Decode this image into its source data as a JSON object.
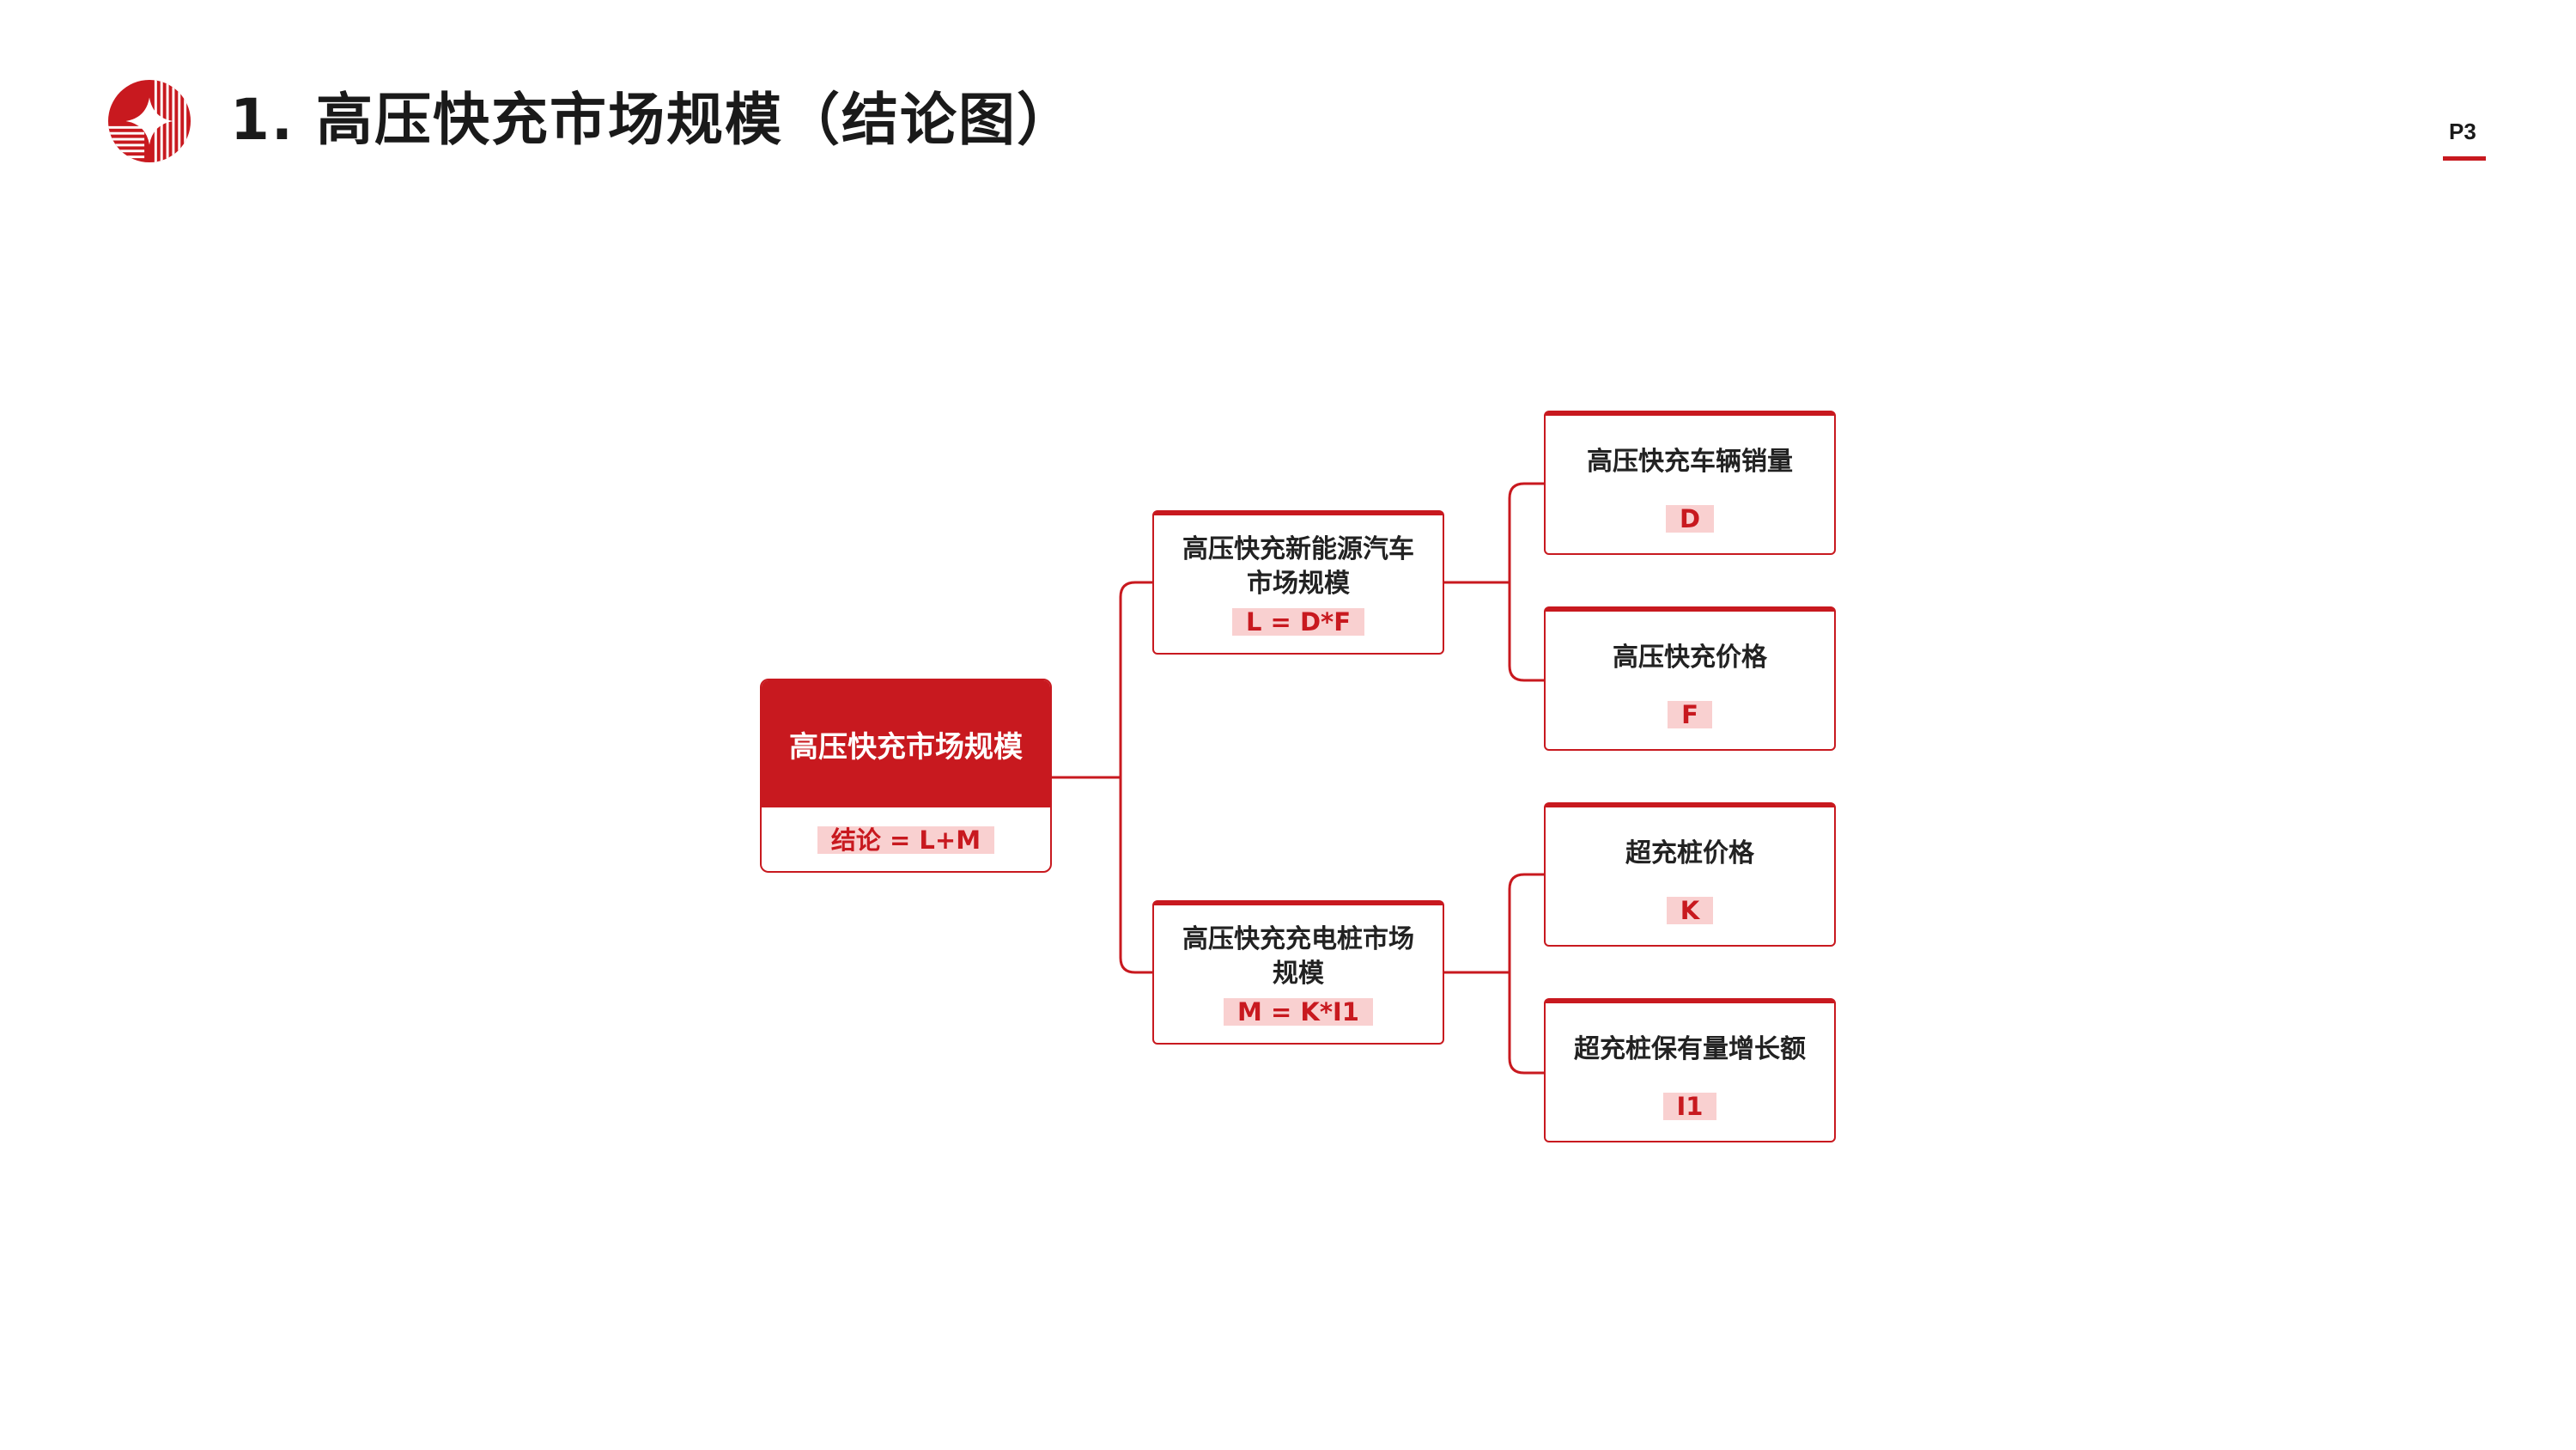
{
  "header": {
    "title": "1. 高压快充市场规模（结论图）",
    "page_number": "P3"
  },
  "diagram": {
    "root": {
      "title": "高压快充市场规模",
      "formula": "结论 = L+M"
    },
    "branches": [
      {
        "title": "高压快充新能源汽车市场规模",
        "formula": "L = D*F",
        "children": [
          {
            "title": "高压快充车辆销量",
            "formula": "D"
          },
          {
            "title": "高压快充价格",
            "formula": "F"
          }
        ]
      },
      {
        "title": "高压快充充电桩市场规模",
        "formula": "M = K*I1",
        "children": [
          {
            "title": "超充桩价格",
            "formula": "K"
          },
          {
            "title": "超充桩保有量增长额",
            "formula": "I1"
          }
        ]
      }
    ]
  },
  "colors": {
    "accent": "#c8191f",
    "formula_bg": "#f9d0d0"
  }
}
